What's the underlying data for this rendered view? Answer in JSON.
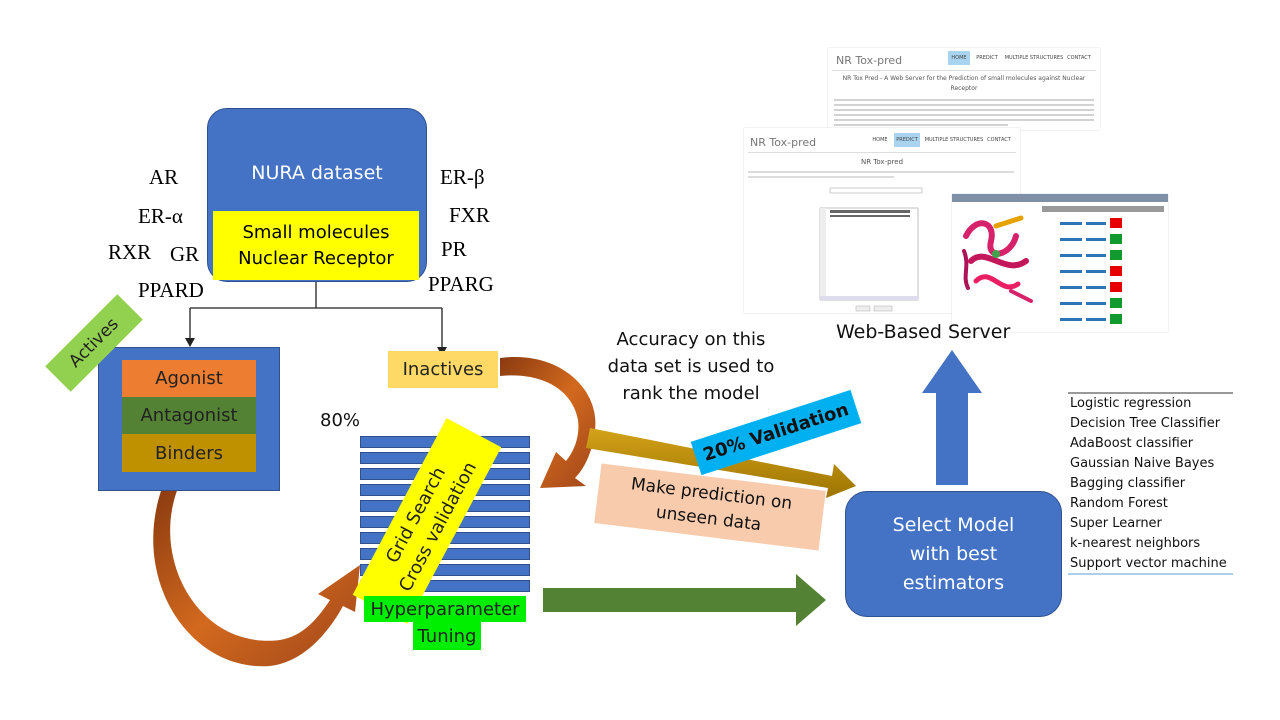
{
  "dataset": {
    "title": "NURA dataset",
    "subtitle_line1": "Small molecules",
    "subtitle_line2": "Nuclear Receptor",
    "receptors_left": [
      "AR",
      "ER-α",
      "RXR",
      "GR",
      "PPARD"
    ],
    "receptors_right": [
      "ER-β",
      "FXR",
      "PR",
      "PPARG"
    ]
  },
  "actives": {
    "tag": "Actives",
    "items": [
      "Agonist",
      "Antagonist",
      "Binders"
    ],
    "colors": {
      "agonist": "#ED7D31",
      "antagonist": "#548235",
      "binders": "#BF9000",
      "frame": "#4472C4"
    }
  },
  "inactives": {
    "label": "Inactives"
  },
  "training": {
    "percent": "80%",
    "grid_search": "Grid Search",
    "cross_validation": "Cross validation",
    "tuning_line1": "Hyperparameter",
    "tuning_line2": "Tuning"
  },
  "validation": {
    "note_line1": "Accuracy on this",
    "note_line2": "data set is used to",
    "note_line3": "rank the model",
    "badge": "20% Validation",
    "prediction_line1": "Make prediction on",
    "prediction_line2": "unseen data"
  },
  "select_model": {
    "line1": "Select Model",
    "line2": "with best",
    "line3": "estimators"
  },
  "models": [
    "Logistic regression",
    "Decision Tree Classifier",
    "AdaBoost classifier",
    "Gaussian Naive Bayes",
    "Bagging classifier",
    "Random Forest",
    "Super Learner",
    "k-nearest neighbors",
    "Support  vector machine"
  ],
  "server": {
    "label": "Web-Based Server",
    "brand": "NR Tox-pred",
    "nav": [
      "HOME",
      "PREDICT",
      "MULTIPLE STRUCTURES",
      "CONTACT"
    ],
    "home_heading_line1": "NR Tox Pred - A Web Server for the Prediction of small molecules against Nuclear",
    "home_heading_line2": "Receptor",
    "predict_heading": "NR Tox-pred"
  }
}
